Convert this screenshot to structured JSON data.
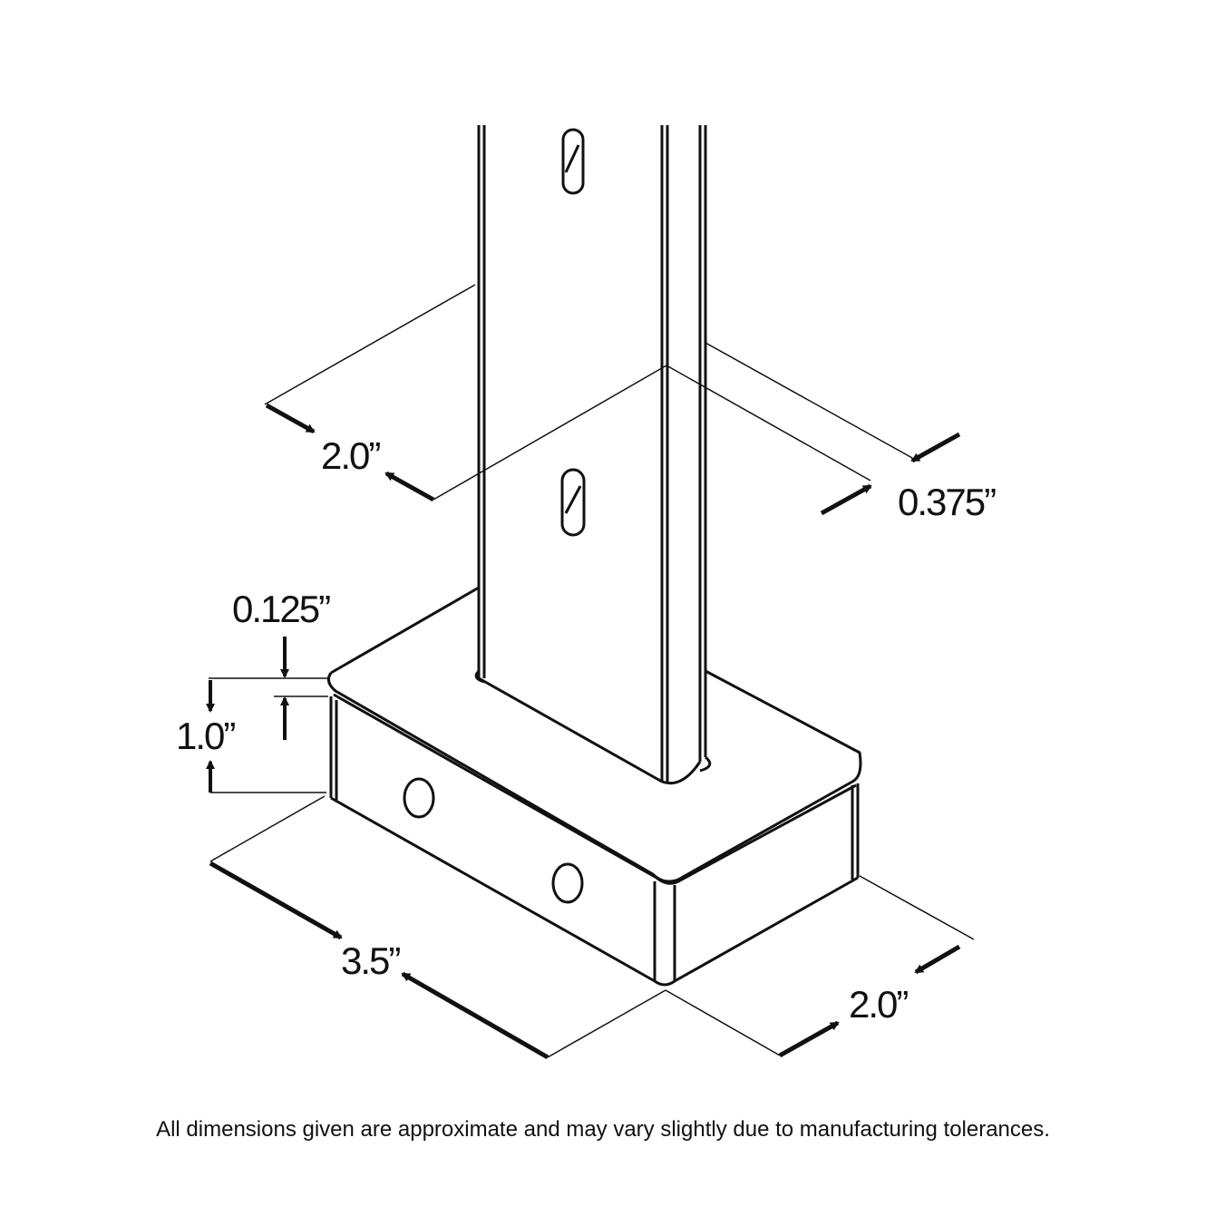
{
  "dimensions": {
    "post_width": "2.0”",
    "post_thickness": "0.375”",
    "base_plate_thickness": "0.125”",
    "base_height": "1.0”",
    "base_length": "3.5”",
    "base_width": "2.0”"
  },
  "footnote": "All dimensions given are approximate and may vary slightly due to manufacturing tolerances.",
  "colors": {
    "line": "#111111",
    "background": "#ffffff"
  }
}
